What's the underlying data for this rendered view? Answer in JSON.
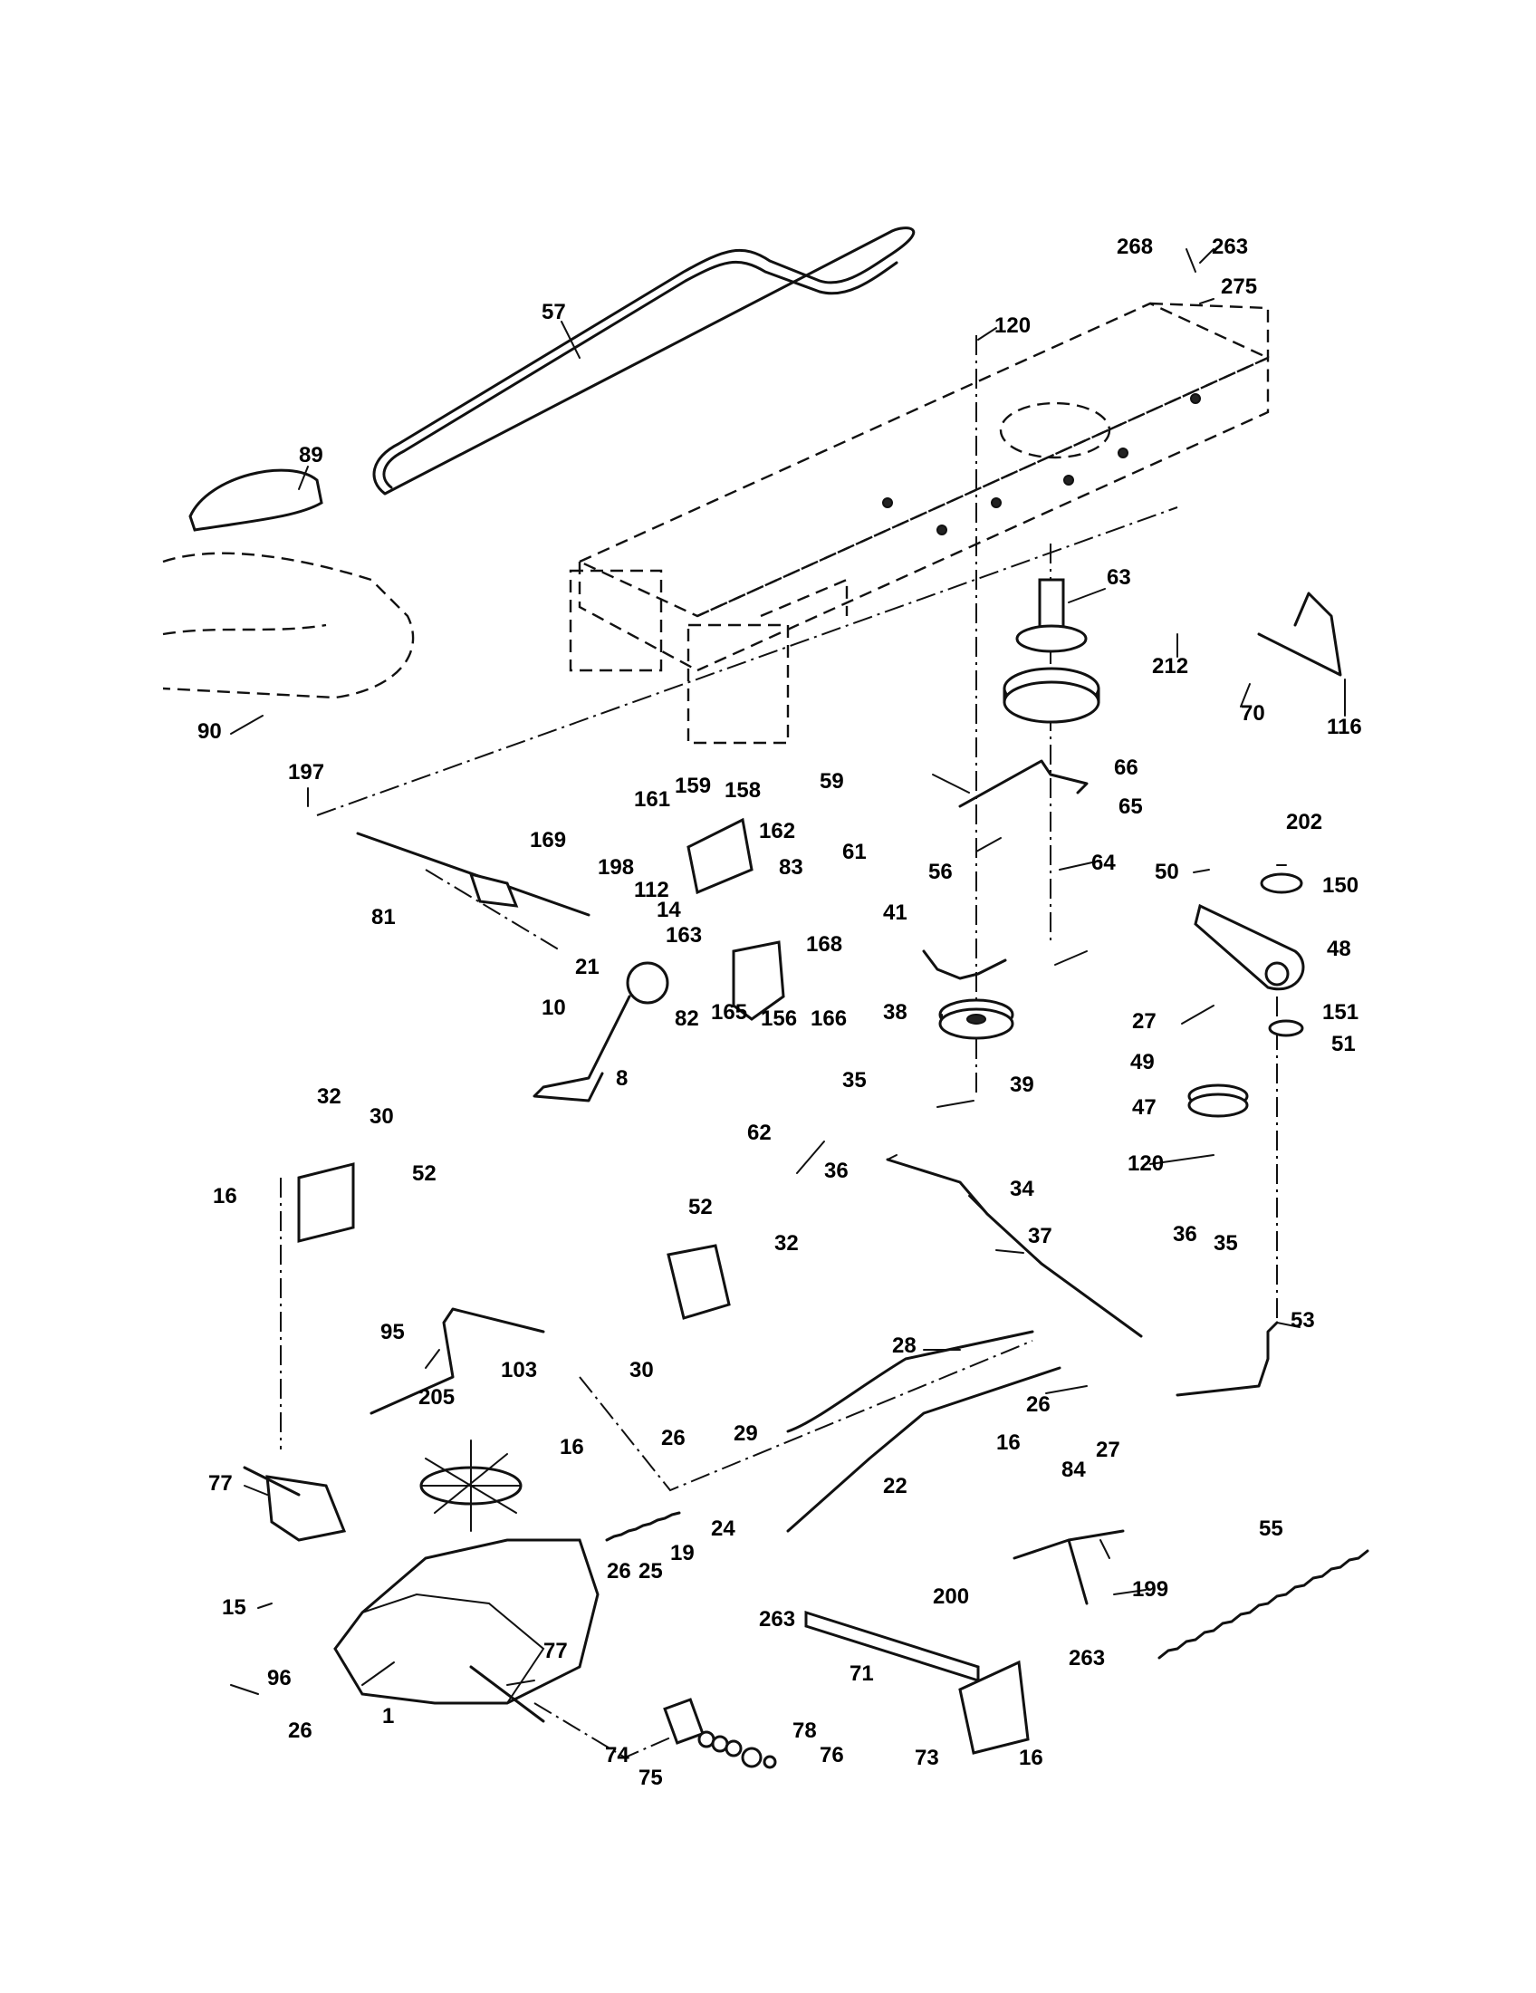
{
  "callouts": [
    {
      "id": "c57",
      "text": "57"
    },
    {
      "id": "c268",
      "text": "268"
    },
    {
      "id": "c263a",
      "text": "263"
    },
    {
      "id": "c275",
      "text": "275"
    },
    {
      "id": "c120a",
      "text": "120"
    },
    {
      "id": "c89",
      "text": "89"
    },
    {
      "id": "c63",
      "text": "63"
    },
    {
      "id": "c212",
      "text": "212"
    },
    {
      "id": "c70",
      "text": "70"
    },
    {
      "id": "c116",
      "text": "116"
    },
    {
      "id": "c90",
      "text": "90"
    },
    {
      "id": "c197",
      "text": "197"
    },
    {
      "id": "c161",
      "text": "161"
    },
    {
      "id": "c159",
      "text": "159"
    },
    {
      "id": "c158",
      "text": "158"
    },
    {
      "id": "c59",
      "text": "59"
    },
    {
      "id": "c66",
      "text": "66"
    },
    {
      "id": "c169",
      "text": "169"
    },
    {
      "id": "c198",
      "text": "198"
    },
    {
      "id": "c162",
      "text": "162"
    },
    {
      "id": "c61",
      "text": "61"
    },
    {
      "id": "c65",
      "text": "65"
    },
    {
      "id": "c202",
      "text": "202"
    },
    {
      "id": "c112",
      "text": "112"
    },
    {
      "id": "c83",
      "text": "83"
    },
    {
      "id": "c56",
      "text": "56"
    },
    {
      "id": "c64",
      "text": "64"
    },
    {
      "id": "c50",
      "text": "50"
    },
    {
      "id": "c150",
      "text": "150"
    },
    {
      "id": "c81",
      "text": "81"
    },
    {
      "id": "c14",
      "text": "14"
    },
    {
      "id": "c41",
      "text": "41"
    },
    {
      "id": "c163",
      "text": "163"
    },
    {
      "id": "c48",
      "text": "48"
    },
    {
      "id": "c168",
      "text": "168"
    },
    {
      "id": "c21",
      "text": "21"
    },
    {
      "id": "c38",
      "text": "38"
    },
    {
      "id": "c27a",
      "text": "27"
    },
    {
      "id": "c151",
      "text": "151"
    },
    {
      "id": "c82",
      "text": "82"
    },
    {
      "id": "c165",
      "text": "165"
    },
    {
      "id": "c156",
      "text": "156"
    },
    {
      "id": "c166",
      "text": "166"
    },
    {
      "id": "c10",
      "text": "10"
    },
    {
      "id": "c51",
      "text": "51"
    },
    {
      "id": "c49",
      "text": "49"
    },
    {
      "id": "c8",
      "text": "8"
    },
    {
      "id": "c39",
      "text": "39"
    },
    {
      "id": "c47",
      "text": "47"
    },
    {
      "id": "c35a",
      "text": "35"
    },
    {
      "id": "c32a",
      "text": "32"
    },
    {
      "id": "c30a",
      "text": "30"
    },
    {
      "id": "c62",
      "text": "62"
    },
    {
      "id": "c120b",
      "text": "120"
    },
    {
      "id": "c36a",
      "text": "36"
    },
    {
      "id": "c52a",
      "text": "52"
    },
    {
      "id": "c34",
      "text": "34"
    },
    {
      "id": "c16a",
      "text": "16"
    },
    {
      "id": "c52b",
      "text": "52"
    },
    {
      "id": "c37",
      "text": "37"
    },
    {
      "id": "c36b",
      "text": "36"
    },
    {
      "id": "c35b",
      "text": "35"
    },
    {
      "id": "c32b",
      "text": "32"
    },
    {
      "id": "c53",
      "text": "53"
    },
    {
      "id": "c95",
      "text": "95"
    },
    {
      "id": "c30b",
      "text": "30"
    },
    {
      "id": "c28",
      "text": "28"
    },
    {
      "id": "c103",
      "text": "103"
    },
    {
      "id": "c205",
      "text": "205"
    },
    {
      "id": "c26a",
      "text": "26"
    },
    {
      "id": "c29",
      "text": "29"
    },
    {
      "id": "c26b",
      "text": "26"
    },
    {
      "id": "c16b",
      "text": "16"
    },
    {
      "id": "c27b",
      "text": "27"
    },
    {
      "id": "c77a",
      "text": "77"
    },
    {
      "id": "c16c",
      "text": "16"
    },
    {
      "id": "c84",
      "text": "84"
    },
    {
      "id": "c22",
      "text": "22"
    },
    {
      "id": "c24",
      "text": "24"
    },
    {
      "id": "c55",
      "text": "55"
    },
    {
      "id": "c19",
      "text": "19"
    },
    {
      "id": "c26c",
      "text": "26"
    },
    {
      "id": "c25",
      "text": "25"
    },
    {
      "id": "c199",
      "text": "199"
    },
    {
      "id": "c15",
      "text": "15"
    },
    {
      "id": "c200",
      "text": "200"
    },
    {
      "id": "c263b",
      "text": "263"
    },
    {
      "id": "c77b",
      "text": "77"
    },
    {
      "id": "c71",
      "text": "71"
    },
    {
      "id": "c263c",
      "text": "263"
    },
    {
      "id": "c96",
      "text": "96"
    },
    {
      "id": "c1",
      "text": "1"
    },
    {
      "id": "c78",
      "text": "78"
    },
    {
      "id": "c26d",
      "text": "26"
    },
    {
      "id": "c74",
      "text": "74"
    },
    {
      "id": "c76",
      "text": "76"
    },
    {
      "id": "c73",
      "text": "73"
    },
    {
      "id": "c16d",
      "text": "16"
    },
    {
      "id": "c75",
      "text": "75"
    }
  ]
}
